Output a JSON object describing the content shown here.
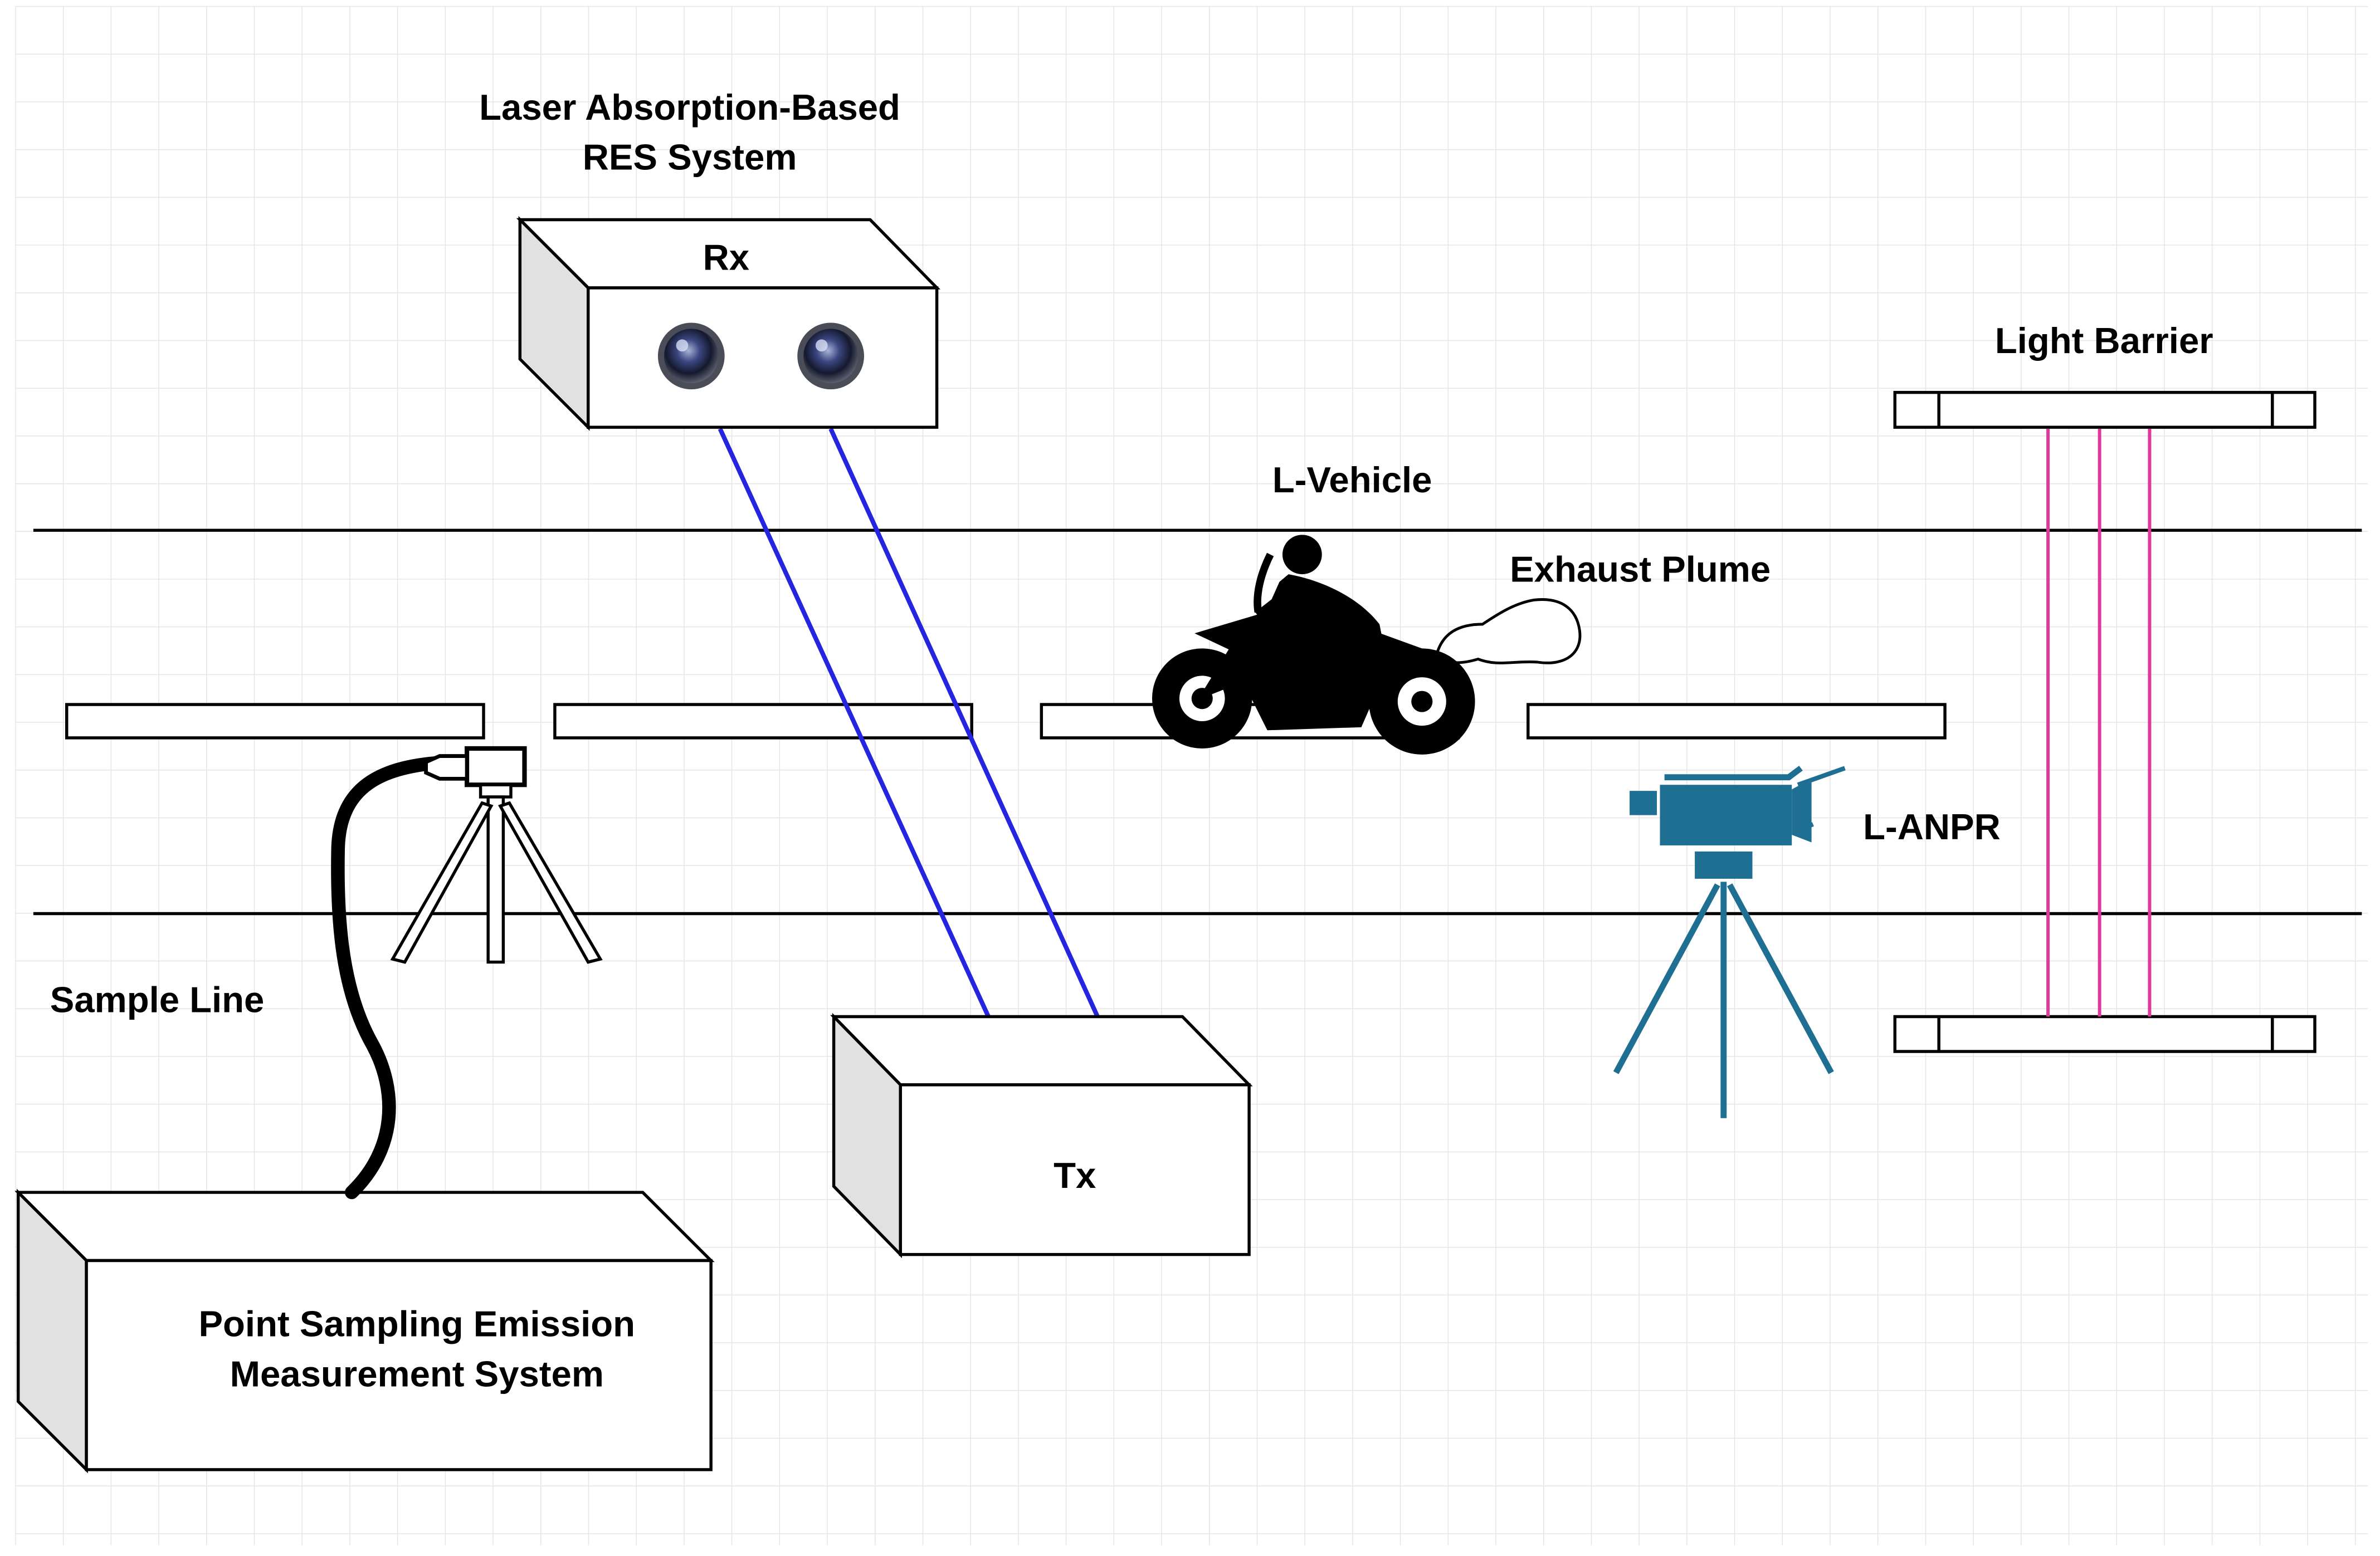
{
  "labels": {
    "res_system_line1": "Laser Absorption-Based",
    "res_system_line2": "RES System",
    "rx": "Rx",
    "tx": "Tx",
    "light_barrier": "Light Barrier",
    "l_vehicle": "L-Vehicle",
    "exhaust_plume": "Exhaust Plume",
    "l_anpr": "L-ANPR",
    "sample_line": "Sample Line",
    "psems_line1": "Point Sampling Emission",
    "psems_line2": "Measurement System"
  },
  "icons": {
    "rx_lens": "camera-lens-icon",
    "vehicle": "motorcycle-rider-icon",
    "anpr": "video-camera-icon",
    "sampling_probe": "probe-camera-icon",
    "tripod": "tripod-icon"
  },
  "colors": {
    "laser_beam": "#2525e0",
    "light_barrier_beam": "#e0399d",
    "anpr_camera": "#1f6f93",
    "grid": "#e3e3e3",
    "box_front": "#ffffff",
    "box_side": "#e1e1e1",
    "outline": "#000000"
  }
}
